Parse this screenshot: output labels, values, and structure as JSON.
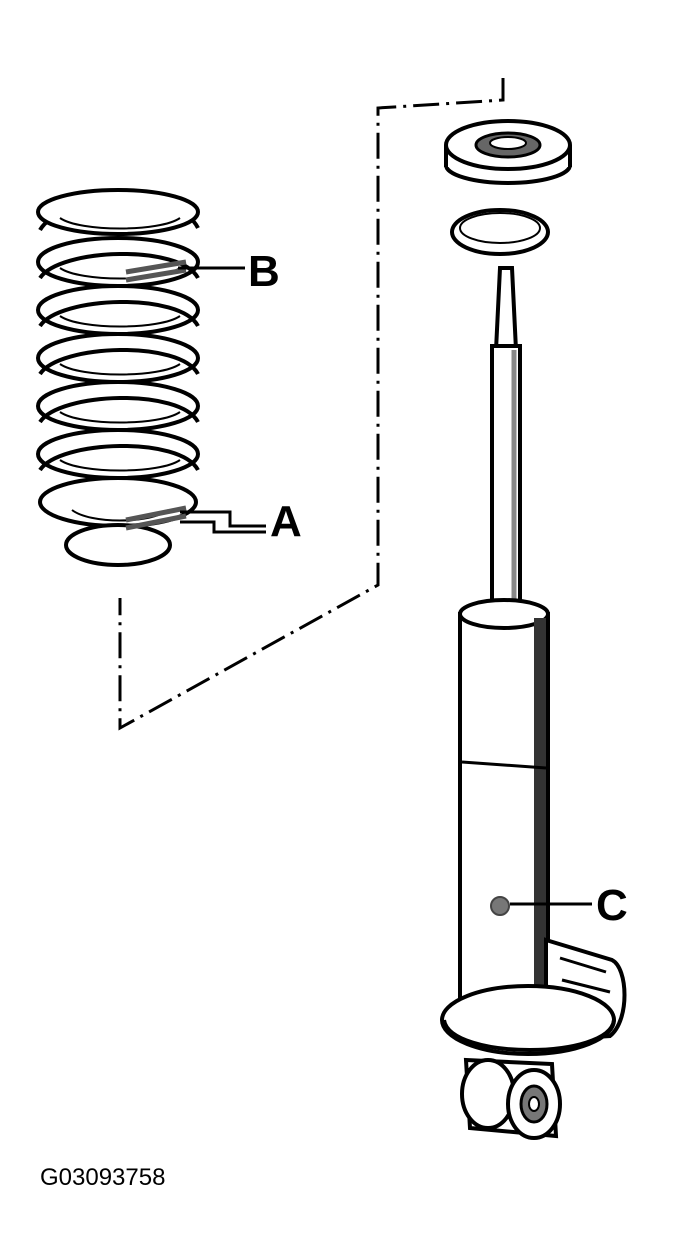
{
  "diagram": {
    "callouts": {
      "a": "A",
      "b": "B",
      "c": "C"
    },
    "figure_id": "G03093758",
    "colors": {
      "ink": "#000000",
      "shade": "#888888",
      "paper": "#ffffff"
    }
  }
}
